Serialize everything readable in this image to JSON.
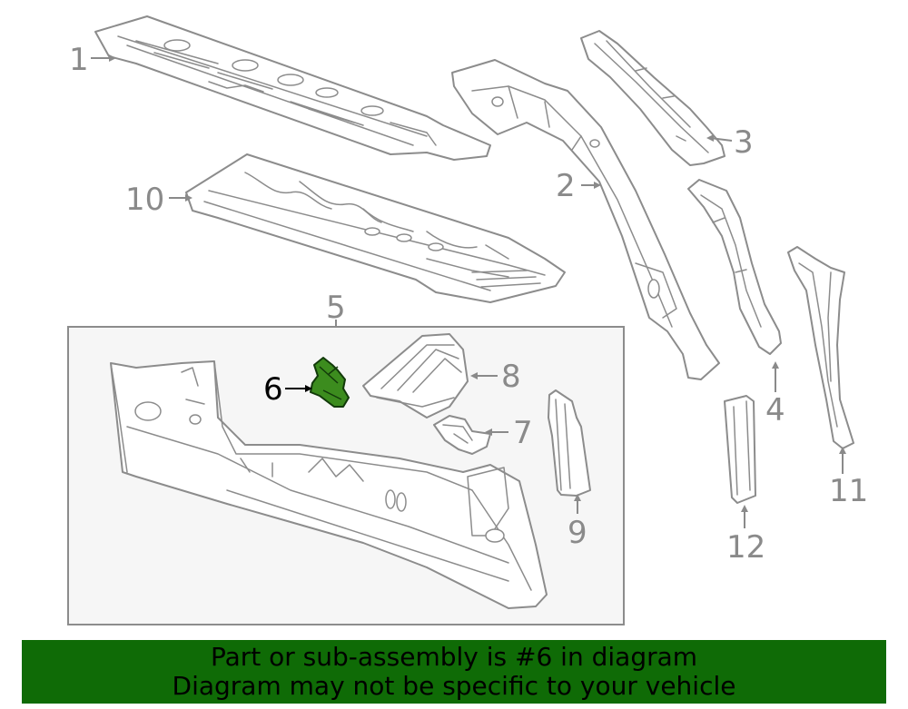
{
  "callouts": {
    "c1": "1",
    "c2": "2",
    "c3": "3",
    "c4": "4",
    "c5": "5",
    "c6": "6",
    "c7": "7",
    "c8": "8",
    "c9": "9",
    "c10": "10",
    "c11": "11",
    "c12": "12"
  },
  "highlighted_part": "6",
  "colors": {
    "banner_background": "#0f6b06",
    "highlight_part": "#3c8c1e",
    "line_art": "#8c8c8c",
    "subassembly_box": "#f6f6f6"
  },
  "banner": {
    "line1": "Part or sub-assembly is #6 in diagram",
    "line2": "Diagram may not be specific to your vehicle"
  }
}
